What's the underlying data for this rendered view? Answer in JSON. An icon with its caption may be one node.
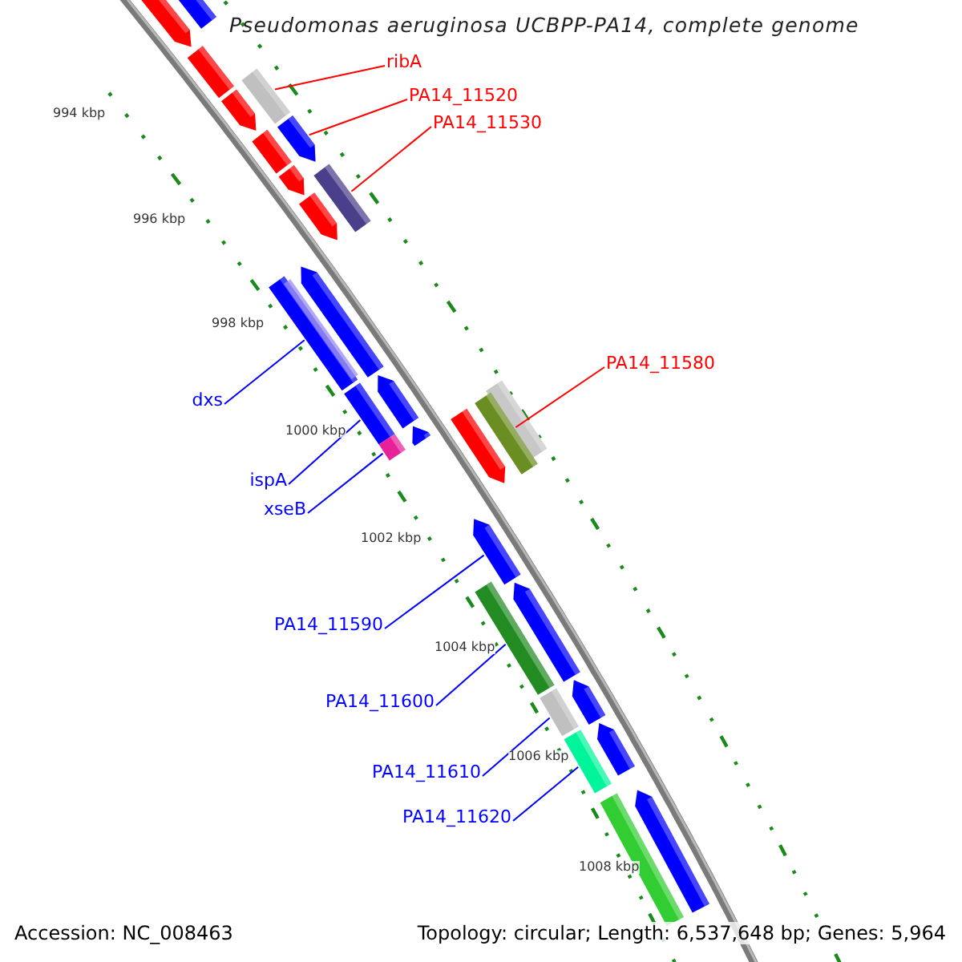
{
  "diagram": {
    "title": "Pseudomonas aeruginosa UCBPP-PA14, complete genome",
    "nodes": [
      {
        "text": [
          "ribA"
        ]
      },
      {
        "text": [
          "PA14_11520"
        ]
      },
      {
        "text": [
          "PA14_11530"
        ]
      },
      {
        "text": [
          "PA14_11580"
        ]
      },
      {
        "text": [
          "dxs"
        ]
      },
      {
        "text": [
          "ispA"
        ]
      },
      {
        "text": [
          "xseB"
        ]
      },
      {
        "text": [
          "PA14_11590"
        ]
      },
      {
        "text": [
          "PA14_11600"
        ]
      },
      {
        "text": [
          "PA14_11610"
        ]
      },
      {
        "text": [
          "PA14_11620"
        ]
      },
      {
        "text": [],
        "shape": "arrow"
      },
      {
        "text": [],
        "shape": "bar"
      },
      {
        "text": [],
        "shape": "bar"
      },
      {
        "text": [],
        "shape": "bar"
      },
      {
        "text": [],
        "shape": "arrow"
      },
      {
        "text": [],
        "shape": "bar"
      },
      {
        "text": [],
        "shape": "arrow"
      },
      {
        "text": [],
        "shape": "arrow"
      },
      {
        "text": [],
        "shape": "bar"
      },
      {
        "text": [],
        "shape": "arrow"
      },
      {
        "text": [],
        "shape": "bar"
      },
      {
        "text": [],
        "shape": "arrow"
      },
      {
        "text": [],
        "shape": "bar"
      },
      {
        "text": [],
        "shape": "arrow"
      },
      {
        "text": [],
        "shape": "bar"
      },
      {
        "text": [],
        "shape": "arrow"
      },
      {
        "text": [],
        "shape": "bar"
      },
      {
        "text": [],
        "shape": "arrow"
      },
      {
        "text": [],
        "shape": "bar"
      },
      {
        "text": [],
        "shape": "arrow"
      },
      {
        "text": [],
        "shape": "bar"
      },
      {
        "text": [],
        "shape": "arrow"
      },
      {
        "text": [],
        "shape": "bar"
      },
      {
        "text": [],
        "shape": "arrow"
      },
      {
        "text": [],
        "shape": "bar"
      },
      {
        "text": [],
        "shape": "arrow"
      },
      {
        "text": [],
        "shape": "bar"
      },
      {
        "text": [],
        "shape": "arrow"
      }
    ],
    "edges": [
      {
        "from": 0,
        "to": 14,
        "arrow": "none",
        "color": "#ff0000"
      },
      {
        "from": 1,
        "to": 17,
        "arrow": "none",
        "color": "#ff0000"
      },
      {
        "from": 2,
        "to": 19,
        "arrow": "none",
        "color": "#ff0000"
      },
      {
        "from": 3,
        "to": 29,
        "arrow": "none",
        "color": "#ff0000"
      },
      {
        "from": 4,
        "to": 21,
        "arrow": "none"
      },
      {
        "from": 5,
        "to": 23,
        "arrow": "none"
      },
      {
        "from": 6,
        "to": 25,
        "arrow": "none"
      },
      {
        "from": 7,
        "to": 30,
        "arrow": "none"
      },
      {
        "from": 8,
        "to": 31,
        "arrow": "none"
      },
      {
        "from": 9,
        "to": 33,
        "arrow": "none"
      },
      {
        "from": 10,
        "to": 35,
        "arrow": "none"
      }
    ],
    "labels": [
      "994 kbp",
      "996 kbp",
      "998 kbp",
      "1000 kbp",
      "1002 kbp",
      "1004 kbp",
      "1006 kbp",
      "1008 kbp",
      "Accession: NC_008463",
      "Topology: circular; Length: 6,537,648 bp; Genes: 5,964"
    ]
  }
}
